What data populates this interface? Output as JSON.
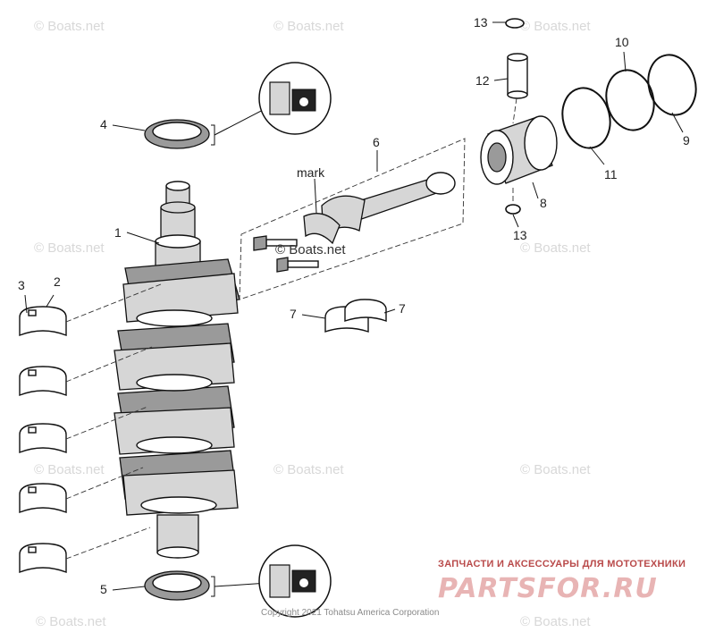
{
  "diagram": {
    "callouts": {
      "c1": "1",
      "c2": "2",
      "c3": "3",
      "c4": "4",
      "c5": "5",
      "c6": "6",
      "c7a": "7",
      "c7b": "7",
      "c8": "8",
      "c9": "9",
      "c10": "10",
      "c11": "11",
      "c12": "12",
      "c13a": "13",
      "c13b": "13"
    },
    "mark_label": "mark"
  },
  "watermarks": {
    "w1": "© Boats.net",
    "w2": "© Boats.net",
    "w3": "© Boats.net",
    "w4": "© Boats.net",
    "w5": "© Boats.net",
    "w6": "© Boats.net",
    "w7": "© Boats.net",
    "w8": "© Boats.net",
    "w9": "© Boats.net",
    "w10": "© Boats.net",
    "center": "© Boats.net"
  },
  "copyright": "Copyright 2021 Tohatsu America Corporation",
  "brand": {
    "tagline": "ЗАПЧАСТИ И АКСЕССУАРЫ ДЛЯ МОТОТЕХНИКИ",
    "name": "PARTSFOR.RU",
    "colors": {
      "tagline": "#b94a4a",
      "name": "#e8b4b4"
    }
  }
}
